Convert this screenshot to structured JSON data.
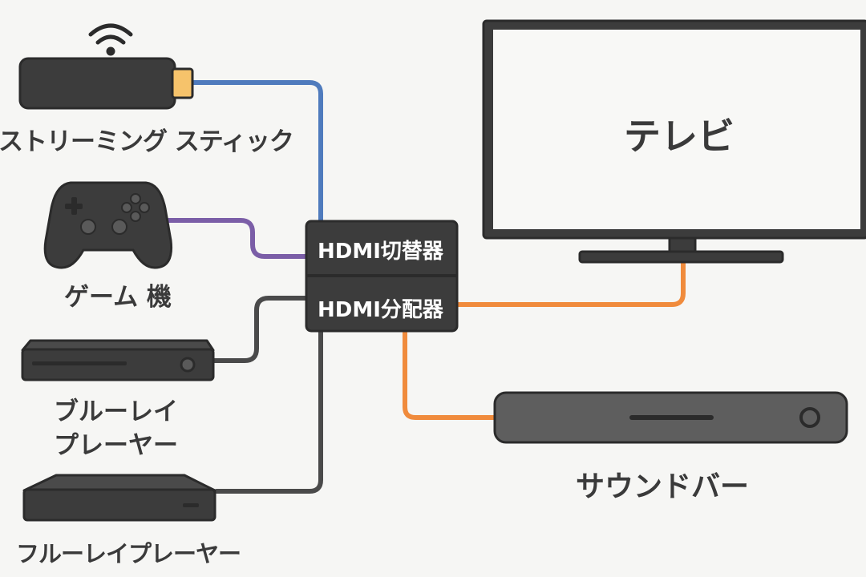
{
  "devices": {
    "streaming_stick": {
      "label": "ストリーミング スティック",
      "icon": "streaming-stick-icon"
    },
    "game_console": {
      "label": "ゲーム 機",
      "icon": "gamepad-icon"
    },
    "bluray_player": {
      "label_line1": "ブルーレイ",
      "label_line2": "プレーヤー",
      "icon": "bluray-player-icon"
    },
    "bluray_player_2": {
      "label": "フルーレイプレーヤー",
      "icon": "disc-player-icon"
    },
    "tv": {
      "label": "テレビ",
      "icon": "television-icon"
    },
    "soundbar": {
      "label": "サウンドバー",
      "icon": "soundbar-icon"
    }
  },
  "hub": {
    "switcher_label": "HDMI切替器",
    "splitter_label": "HDMI分配器"
  },
  "colors": {
    "streaming_cable": "#4f7bbd",
    "game_cable": "#7b5ea7",
    "input_cable": "#4a4a4a",
    "output_cable": "#f08b3c",
    "device_fill": "#3c3c3c",
    "device_stroke": "#2b2b2b",
    "background": "#f6f6f4"
  }
}
